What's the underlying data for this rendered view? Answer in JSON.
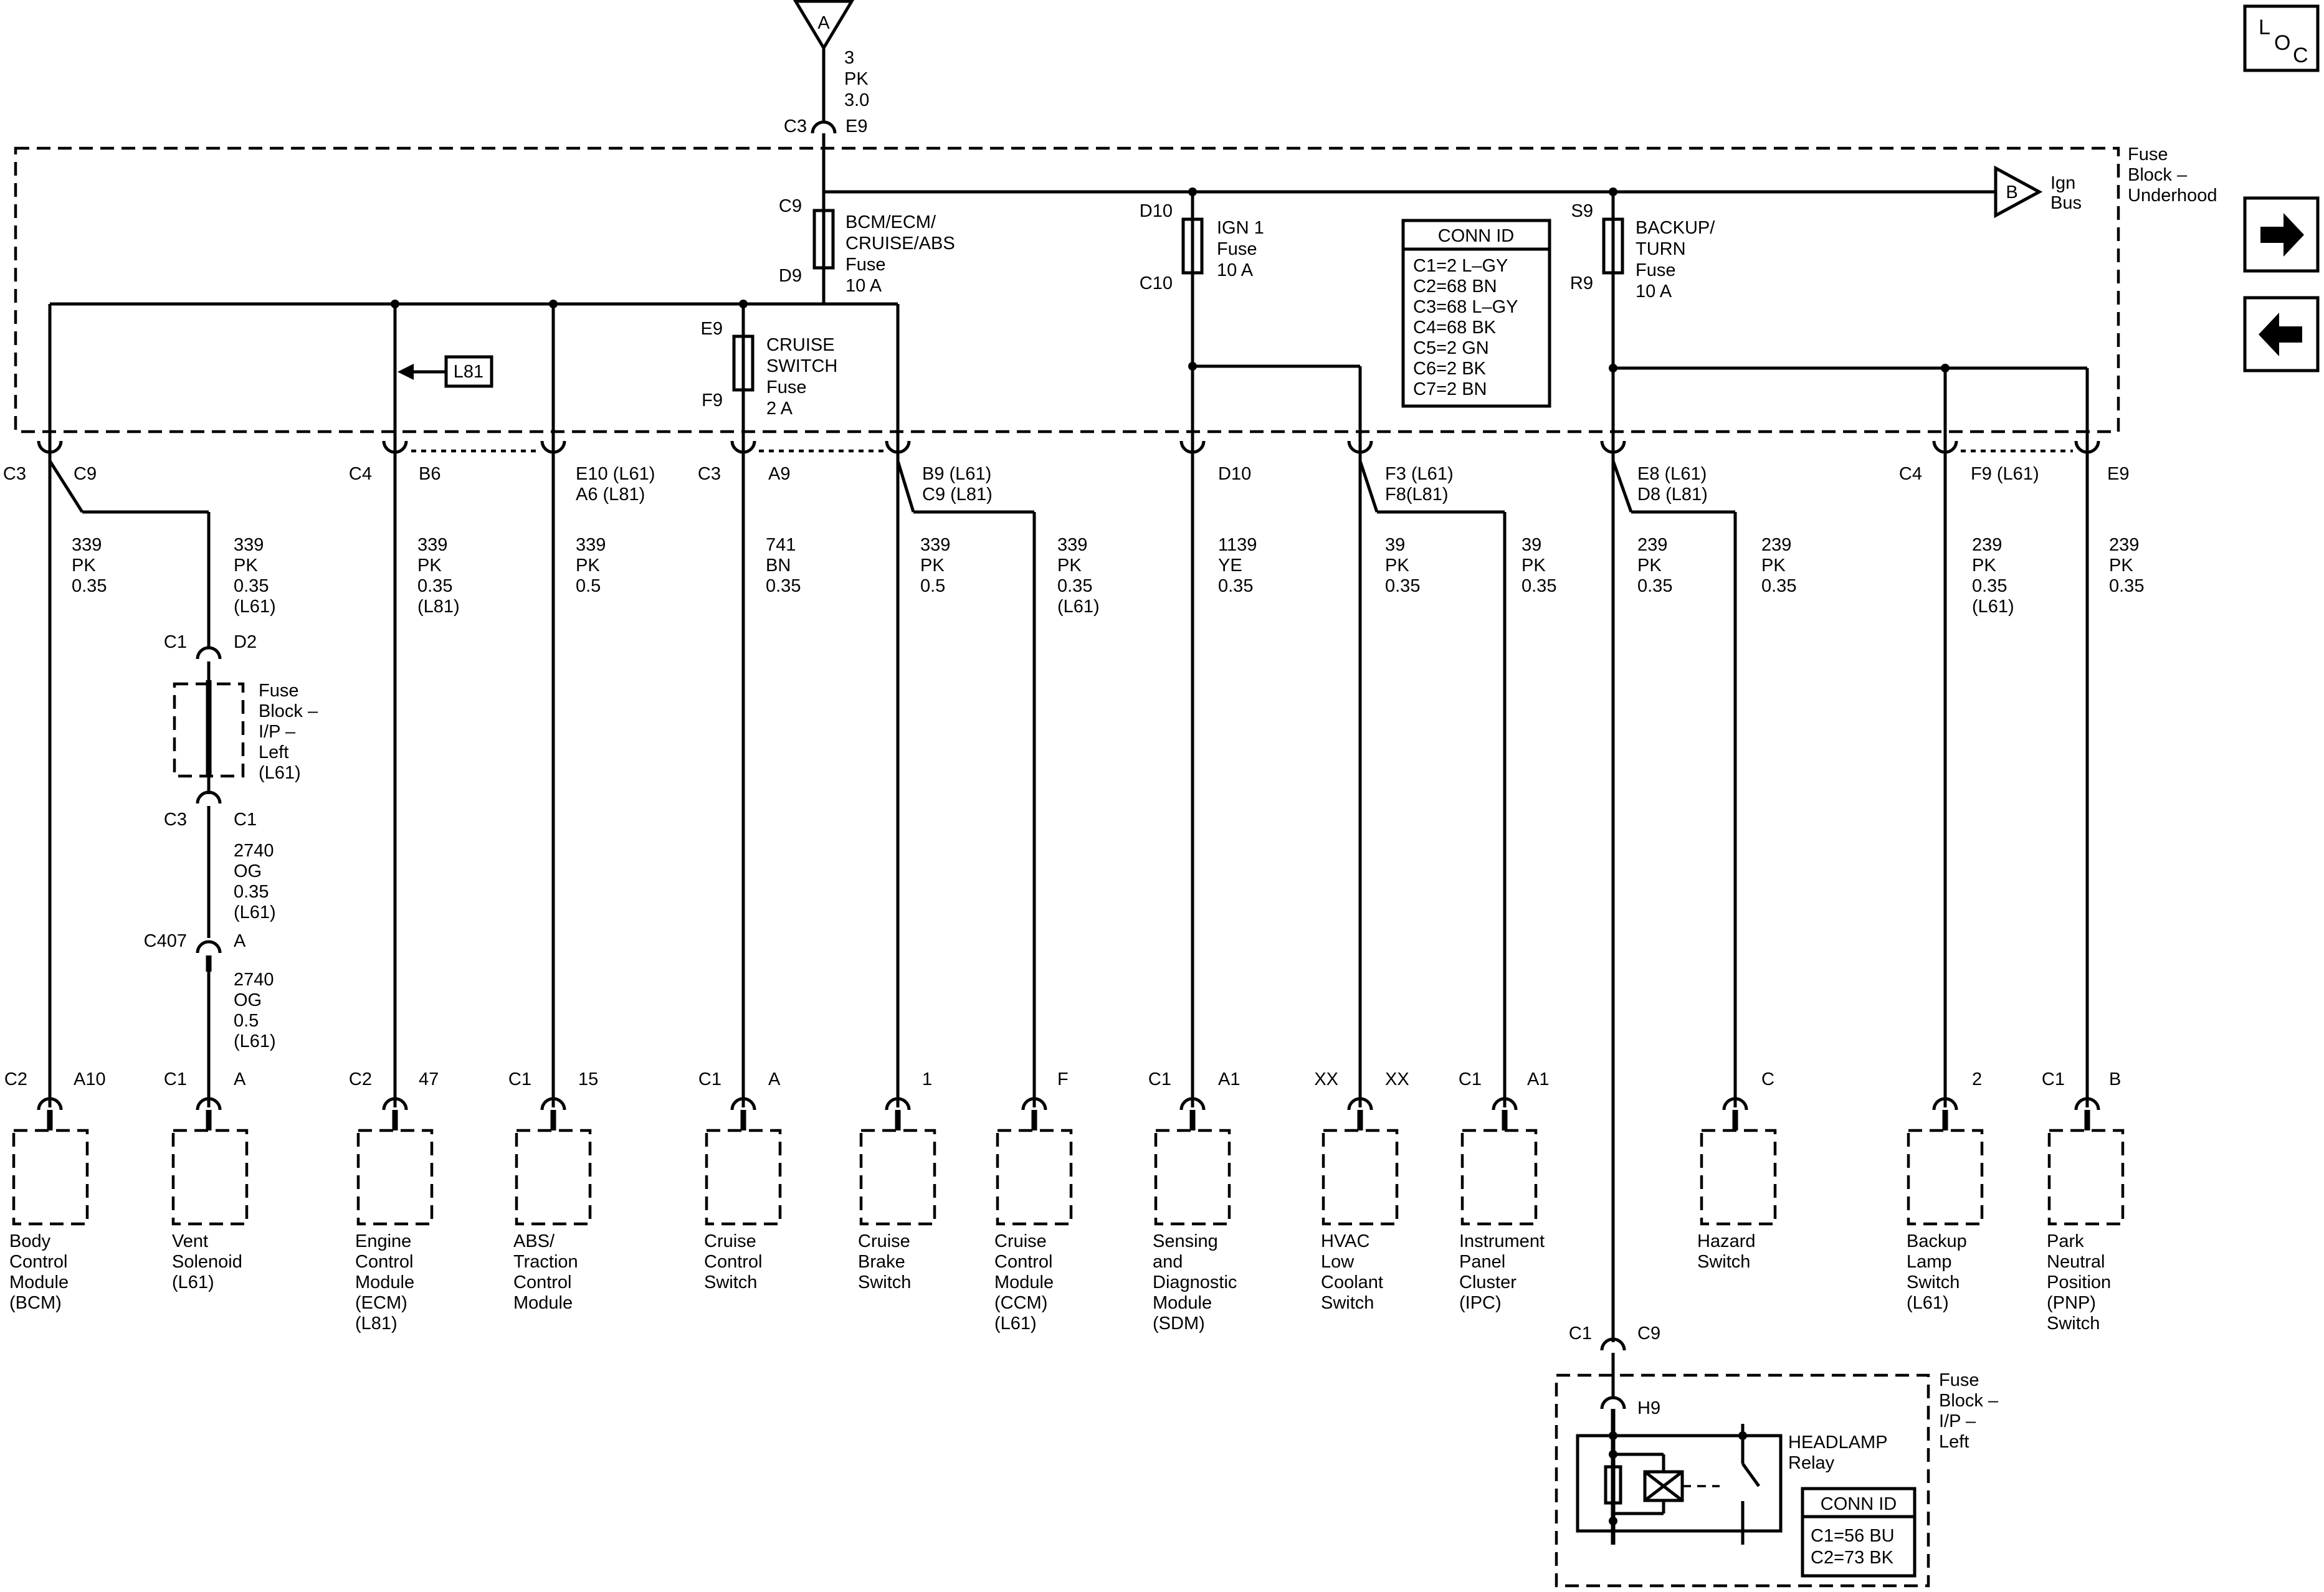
{
  "top_connector": {
    "letter": "A",
    "wire": [
      "3",
      "PK",
      "3.0"
    ],
    "pin_left": "C3",
    "pin_right": "E9"
  },
  "fuse_block_underhood": {
    "label": [
      "Fuse",
      "Block –",
      "Underhood"
    ]
  },
  "ign_bus": {
    "letter": "B",
    "label": [
      "Ign",
      "Bus"
    ]
  },
  "loc_icon": {
    "text": "L O C"
  },
  "fuses": {
    "bcm": {
      "top": "C9",
      "bottom": "D9",
      "label": [
        "BCM/ECM/",
        "CRUISE/ABS",
        "Fuse",
        "10 A"
      ]
    },
    "ign1": {
      "top": "D10",
      "bottom": "C10",
      "label": [
        "IGN 1",
        "Fuse",
        "10 A"
      ]
    },
    "backup": {
      "top": "S9",
      "bottom": "R9",
      "label": [
        "BACKUP/",
        "TURN",
        "Fuse",
        "10 A"
      ]
    },
    "cruise": {
      "top": "E9",
      "bottom": "F9",
      "label": [
        "CRUISE",
        "SWITCH",
        "Fuse",
        "2 A"
      ]
    }
  },
  "conn_id_underhood": {
    "title": "CONN ID",
    "rows": [
      "C1=2 L–GY",
      "C2=68 BN",
      "C3=68 L–GY",
      "C4=68 BK",
      "C5=2 GN",
      "C6=2 BK",
      "C7=2 BN"
    ]
  },
  "l81_ref": "L81",
  "block_pins": [
    {
      "id": "p1",
      "left": "C3",
      "right": "C9"
    },
    {
      "id": "p2",
      "left": "C4",
      "right": "B6"
    },
    {
      "id": "p3",
      "left": "",
      "right": [
        "E10 (L61)",
        "A6 (L81)"
      ]
    },
    {
      "id": "p4",
      "left": "C3",
      "right": "A9"
    },
    {
      "id": "p5",
      "left": "",
      "right": [
        "B9 (L61)",
        "C9 (L81)"
      ]
    },
    {
      "id": "p6",
      "left": "",
      "right": "D10"
    },
    {
      "id": "p7",
      "left": "",
      "right": [
        "F3 (L61)",
        "F8(L81)"
      ]
    },
    {
      "id": "p8",
      "left": "",
      "right": [
        "E8 (L61)",
        "D8 (L81)"
      ]
    },
    {
      "id": "p9",
      "left": "C4",
      "right": "F9 (L61)"
    },
    {
      "id": "p10",
      "left": "",
      "right": "E9"
    }
  ],
  "wires": [
    {
      "id": "w1",
      "lines": [
        "339",
        "PK",
        "0.35"
      ]
    },
    {
      "id": "w2",
      "lines": [
        "339",
        "PK",
        "0.35",
        "(L61)"
      ]
    },
    {
      "id": "w3",
      "lines": [
        "339",
        "PK",
        "0.35",
        "(L81)"
      ]
    },
    {
      "id": "w4",
      "lines": [
        "339",
        "PK",
        "0.5"
      ]
    },
    {
      "id": "w5",
      "lines": [
        "741",
        "BN",
        "0.35"
      ]
    },
    {
      "id": "w6",
      "lines": [
        "339",
        "PK",
        "0.5"
      ]
    },
    {
      "id": "w7",
      "lines": [
        "339",
        "PK",
        "0.35",
        "(L61)"
      ]
    },
    {
      "id": "w8",
      "lines": [
        "1139",
        "YE",
        "0.35"
      ]
    },
    {
      "id": "w9",
      "lines": [
        "39",
        "PK",
        "0.35"
      ]
    },
    {
      "id": "w10",
      "lines": [
        "39",
        "PK",
        "0.35"
      ]
    },
    {
      "id": "w11",
      "lines": [
        "239",
        "PK",
        "0.35"
      ]
    },
    {
      "id": "w12",
      "lines": [
        "239",
        "PK",
        "0.35"
      ]
    },
    {
      "id": "w13",
      "lines": [
        "239",
        "PK",
        "0.35",
        "(L61)"
      ]
    },
    {
      "id": "w14",
      "lines": [
        "239",
        "PK",
        "0.35"
      ]
    }
  ],
  "vent_path": {
    "c1_pin": "C1",
    "d2_pin": "D2",
    "block_label": [
      "Fuse",
      "Block –",
      "I/P –",
      "Left",
      "(L61)"
    ],
    "c3_pin": "C3",
    "c1b_pin": "C1",
    "wire_a": [
      "2740",
      "OG",
      "0.35",
      "(L61)"
    ],
    "c407": "C407",
    "c407_pin": "A",
    "wire_b": [
      "2740",
      "OG",
      "0.5",
      "(L61)"
    ]
  },
  "components": [
    {
      "id": "bcm",
      "conn": "C2",
      "pin": "A10",
      "name": [
        "Body",
        "Control",
        "Module",
        "(BCM)"
      ]
    },
    {
      "id": "vent",
      "conn": "C1",
      "pin": "A",
      "name": [
        "Vent",
        "Solenoid",
        "(L61)"
      ]
    },
    {
      "id": "ecm",
      "conn": "C2",
      "pin": "47",
      "name": [
        "Engine",
        "Control",
        "Module",
        "(ECM)",
        "(L81)"
      ]
    },
    {
      "id": "abs",
      "conn": "C1",
      "pin": "15",
      "name": [
        "ABS/",
        "Traction",
        "Control",
        "Module"
      ]
    },
    {
      "id": "ccs",
      "conn": "C1",
      "pin": "A",
      "name": [
        "Cruise",
        "Control",
        "Switch"
      ]
    },
    {
      "id": "cbs",
      "conn": "",
      "pin": "1",
      "name": [
        "Cruise",
        "Brake",
        "Switch"
      ]
    },
    {
      "id": "ccm",
      "conn": "",
      "pin": "F",
      "name": [
        "Cruise",
        "Control",
        "Module",
        "(CCM)",
        "(L61)"
      ]
    },
    {
      "id": "sdm",
      "conn": "C1",
      "pin": "A1",
      "name": [
        "Sensing",
        "and",
        "Diagnostic",
        "Module",
        "(SDM)"
      ]
    },
    {
      "id": "hvac",
      "conn": "XX",
      "pin": "XX",
      "name": [
        "HVAC",
        "Low",
        "Coolant",
        "Switch"
      ]
    },
    {
      "id": "ipc",
      "conn": "C1",
      "pin": "A1",
      "name": [
        "Instrument",
        "Panel",
        "Cluster",
        "(IPC)"
      ]
    },
    {
      "id": "haz",
      "conn": "",
      "pin": "C",
      "name": [
        "Hazard",
        "Switch"
      ]
    },
    {
      "id": "blamp",
      "conn": "",
      "pin": "2",
      "name": [
        "Backup",
        "Lamp",
        "Switch",
        "(L61)"
      ]
    },
    {
      "id": "pnp",
      "conn": "C1",
      "pin": "B",
      "name": [
        "Park",
        "Neutral",
        "Position",
        "(PNP)",
        "Switch"
      ]
    }
  ],
  "headlamp": {
    "c1": "C1",
    "c9": "C9",
    "h9": "H9",
    "relay_label": [
      "HEADLAMP",
      "Relay"
    ],
    "block_label": [
      "Fuse",
      "Block –",
      "I/P –",
      "Left"
    ],
    "conn_id": {
      "title": "CONN ID",
      "rows": [
        "C1=56 BU",
        "C2=73 BK"
      ]
    }
  },
  "nav": {
    "next": "next-page",
    "prev": "previous-page"
  }
}
